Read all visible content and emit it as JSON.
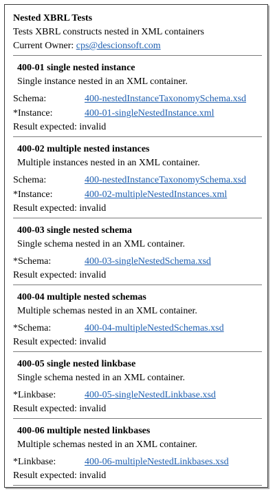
{
  "header": {
    "title": "Nested XBRL Tests",
    "description": "Tests XBRL constructs nested in XML containers",
    "owner_label": "Current Owner:",
    "owner_email": "cps@descionsoft.com"
  },
  "tests": [
    {
      "title": "400-01 single nested instance",
      "description": "Single instance nested in an XML container.",
      "files": [
        {
          "label": "Schema:",
          "file": "400-nestedInstanceTaxonomySchema.xsd"
        },
        {
          "label": "*Instance:",
          "file": "400-01-singleNestedInstance.xml"
        }
      ],
      "result_label": "Result expected:",
      "result": "invalid"
    },
    {
      "title": "400-02 multiple nested instances",
      "description": "Multiple instances nested in an XML container.",
      "files": [
        {
          "label": "Schema:",
          "file": "400-nestedInstanceTaxonomySchema.xsd"
        },
        {
          "label": "*Instance:",
          "file": "400-02-multipleNestedInstances.xml"
        }
      ],
      "result_label": "Result expected:",
      "result": "invalid"
    },
    {
      "title": "400-03 single nested schema",
      "description": "Single schema nested in an XML container.",
      "files": [
        {
          "label": "*Schema:",
          "file": "400-03-singleNestedSchema.xsd"
        }
      ],
      "result_label": "Result expected:",
      "result": "invalid"
    },
    {
      "title": "400-04 multiple nested schemas",
      "description": "Multiple schemas nested in an XML container.",
      "files": [
        {
          "label": "*Schema:",
          "file": "400-04-multipleNestedSchemas.xsd"
        }
      ],
      "result_label": "Result expected:",
      "result": "invalid"
    },
    {
      "title": "400-05 single nested linkbase",
      "description": "Single schema nested in an XML container.",
      "files": [
        {
          "label": "*Linkbase:",
          "file": "400-05-singleNestedLinkbase.xsd"
        }
      ],
      "result_label": "Result expected:",
      "result": "invalid"
    },
    {
      "title": "400-06 multiple nested linkbases",
      "description": "Multiple schemas nested in an XML container.",
      "files": [
        {
          "label": "*Linkbase:",
          "file": "400-06-multipleNestedLinkbases.xsd"
        }
      ],
      "result_label": "Result expected:",
      "result": "invalid"
    }
  ]
}
